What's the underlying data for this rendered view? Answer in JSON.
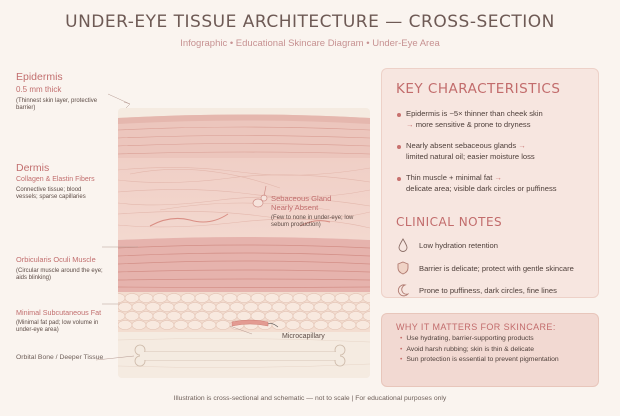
{
  "title": "UNDER-EYE TISSUE ARCHITECTURE — CROSS-SECTION",
  "subtitle": "Infographic • Educational Skincare Diagram • Under-Eye Area",
  "labels": {
    "epidermis": {
      "name": "Epidermis",
      "thickness": "0.5 mm thick",
      "desc": "(Thinnest skin layer, protective barrier)"
    },
    "dermis": {
      "name": "Dermis",
      "sub": "Collagen & Elastin Fibers",
      "desc": "Connective tissue; blood vessels; sparse capillaries"
    },
    "sebaceous": {
      "name": "Sebaceous Gland Nearly Absent",
      "desc": "(Few to none in under-eye; low sebum production)"
    },
    "muscle": {
      "name": "Orbicularis Oculi Muscle",
      "desc": "(Circular muscle around the eye; aids blinking)"
    },
    "fat": {
      "name": "Minimal Subcutaneous Fat",
      "desc": "(Minimal fat pad; low volume in under-eye area)"
    },
    "capillary": "Microcapillary",
    "bone": "Orbital Bone / Deeper Tissue"
  },
  "key": {
    "heading": "KEY CHARACTERISTICS",
    "items": [
      {
        "a": "Epidermis is ~5× thinner than cheek skin",
        "b": "more sensitive & prone to dryness"
      },
      {
        "a": "Nearly absent sebaceous glands",
        "b": "limited natural oil; easier moisture loss"
      },
      {
        "a": "Thin muscle + minimal fat",
        "b": "delicate area; visible dark circles or puffiness"
      }
    ]
  },
  "clinical": {
    "heading": "CLINICAL NOTES",
    "items": [
      {
        "icon": "droplet-icon",
        "text": "Low hydration retention"
      },
      {
        "icon": "shield-icon",
        "text": "Barrier is delicate; protect with gentle skincare"
      },
      {
        "icon": "moon-icon",
        "text": "Prone to puffiness, dark circles, fine lines"
      }
    ]
  },
  "why": {
    "heading": "WHY IT MATTERS FOR SKINCARE:",
    "items": [
      "Use hydrating, barrier-supporting products",
      "Avoid harsh rubbing; skin is thin & delicate",
      "Sun protection is essential to prevent pigmentation"
    ]
  },
  "footer": "Illustration is cross-sectional and schematic — not to scale  |  For educational purposes only",
  "colors": {
    "accent": "#c26c6c",
    "dermis": "#f0cfc6",
    "muscle": "#e6b3ad",
    "fat": "#f3ddd0",
    "bone": "#f5ebe1"
  }
}
